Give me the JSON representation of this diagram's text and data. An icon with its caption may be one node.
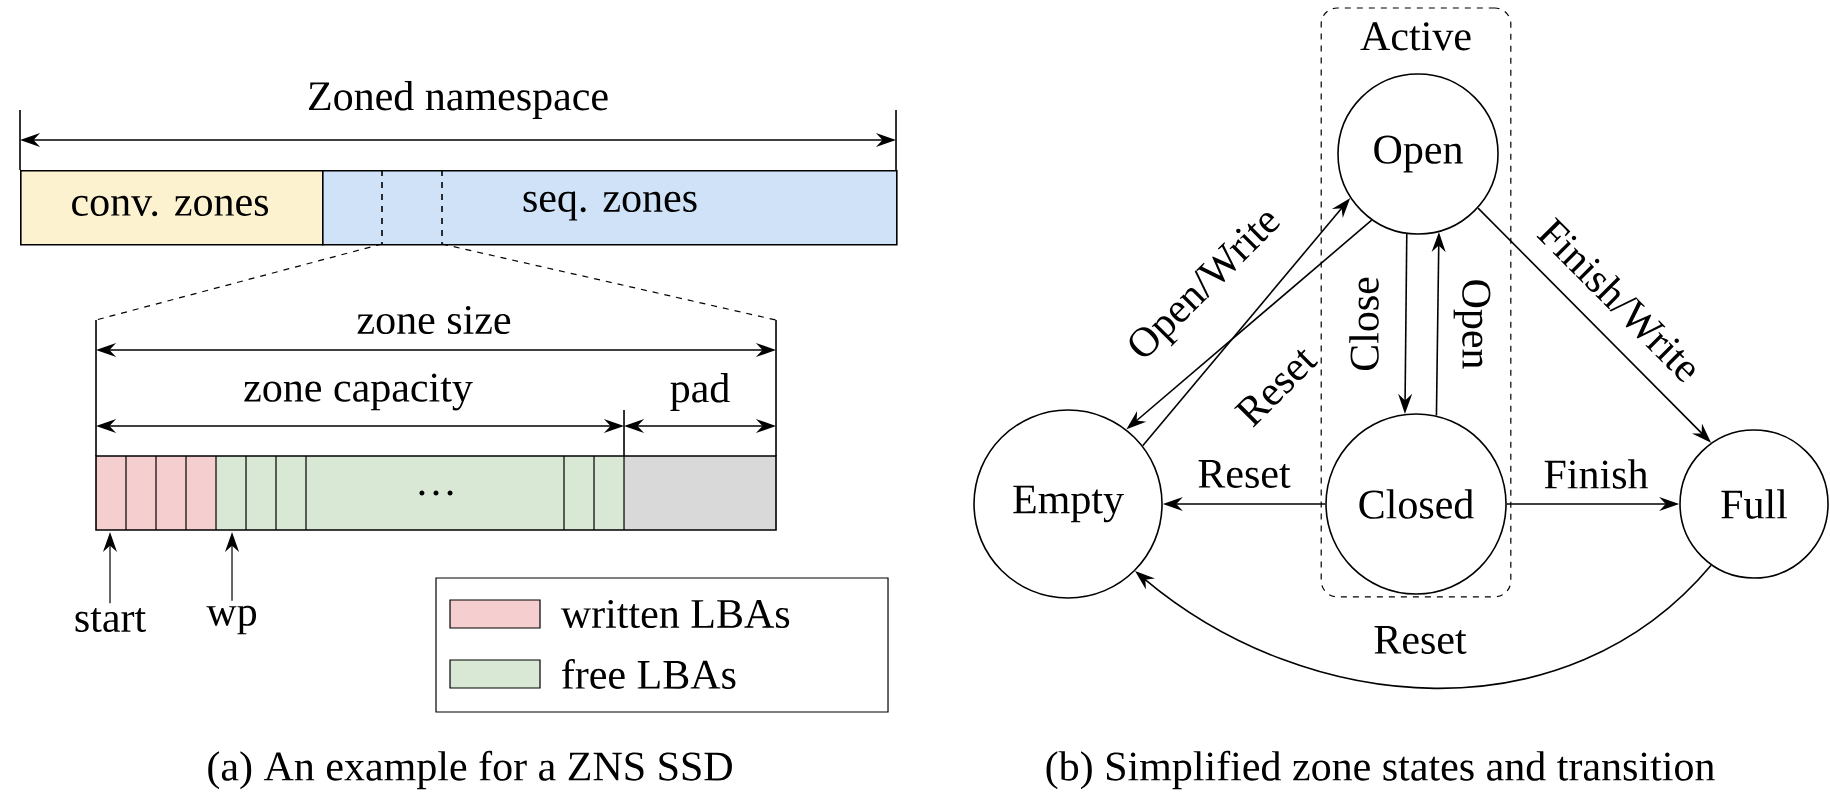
{
  "diagram": {
    "nodes": [
      {
        "text": [
          "conv. zones"
        ]
      },
      {
        "text": [
          "seq. zones"
        ]
      },
      {
        "text": [
          "…"
        ]
      },
      {
        "text": [
          "start"
        ]
      },
      {
        "text": [
          "wp"
        ]
      },
      {
        "text": [
          "Active"
        ]
      },
      {
        "text": [
          "Open"
        ],
        "in": 5
      },
      {
        "text": [
          "Closed"
        ],
        "in": 5
      },
      {
        "text": [
          "Empty"
        ]
      },
      {
        "text": [
          "Full"
        ]
      }
    ],
    "edges": [
      {
        "from": 3,
        "to": 2,
        "arrow": "to"
      },
      {
        "from": 4,
        "to": 2,
        "arrow": "to"
      },
      {
        "from": 8,
        "to": 6,
        "arrow": "to",
        "label": "Open/Write"
      },
      {
        "from": 6,
        "to": 8,
        "arrow": "to",
        "label": "Reset"
      },
      {
        "from": 6,
        "to": 7,
        "arrow": "to",
        "label": "Close"
      },
      {
        "from": 7,
        "to": 6,
        "arrow": "to",
        "label": "Open"
      },
      {
        "from": 6,
        "to": 9,
        "arrow": "to",
        "label": "Finish/Write"
      },
      {
        "from": 7,
        "to": 8,
        "arrow": "to",
        "label": "Reset"
      },
      {
        "from": 7,
        "to": 9,
        "arrow": "to",
        "label": "Finish"
      },
      {
        "from": 9,
        "to": 8,
        "arrow": "to",
        "label": "Reset"
      }
    ],
    "labels": [
      "Zoned namespace",
      "zone size",
      "zone capacity",
      "pad",
      "(a) An example for a ZNS SSD",
      "(b) Simplified zone states and transition"
    ],
    "legend": [
      {
        "text": "written LBAs",
        "color": "#f5cfd0"
      },
      {
        "text": "free LBAs",
        "color": "#d9e8d5"
      }
    ]
  }
}
